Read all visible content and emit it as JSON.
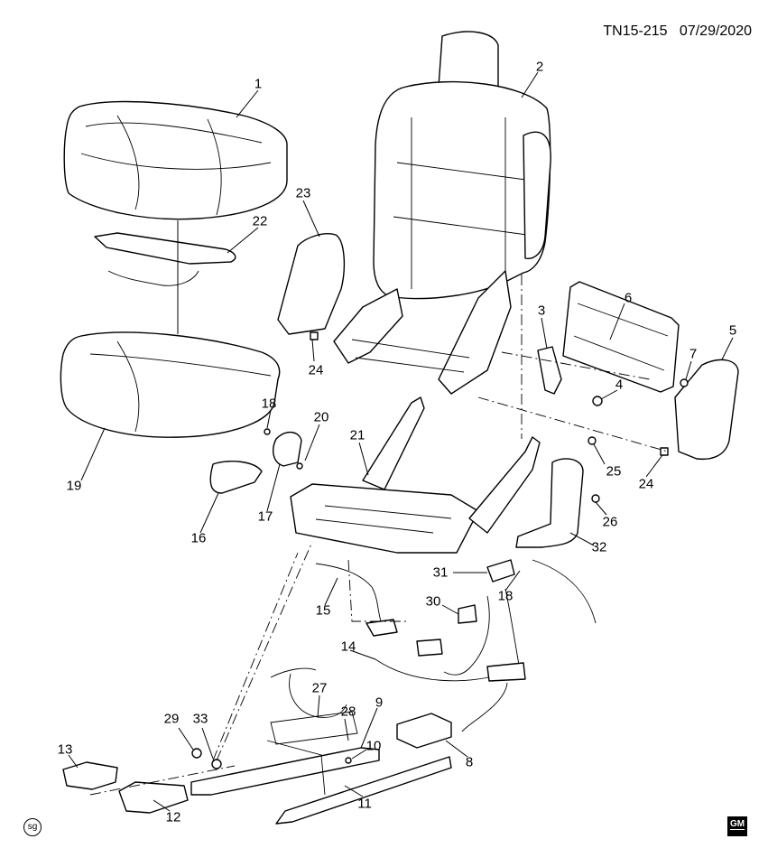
{
  "header": {
    "code": "TN15-215",
    "date": "07/29/2020"
  },
  "logo_text": "GM",
  "badge_text": "sg",
  "callouts": [
    {
      "id": "c1",
      "text": "1"
    },
    {
      "id": "c2",
      "text": "2"
    },
    {
      "id": "c3",
      "text": "3"
    },
    {
      "id": "c4",
      "text": "4"
    },
    {
      "id": "c5",
      "text": "5"
    },
    {
      "id": "c6",
      "text": "6"
    },
    {
      "id": "c7",
      "text": "7"
    },
    {
      "id": "c8",
      "text": "8"
    },
    {
      "id": "c9",
      "text": "9"
    },
    {
      "id": "c10",
      "text": "10"
    },
    {
      "id": "c11",
      "text": "11"
    },
    {
      "id": "c12",
      "text": "12"
    },
    {
      "id": "c13",
      "text": "13"
    },
    {
      "id": "c14",
      "text": "14"
    },
    {
      "id": "c15",
      "text": "15"
    },
    {
      "id": "c16",
      "text": "16"
    },
    {
      "id": "c17",
      "text": "17"
    },
    {
      "id": "c18a",
      "text": "18"
    },
    {
      "id": "c18b",
      "text": "18"
    },
    {
      "id": "c19",
      "text": "19"
    },
    {
      "id": "c20",
      "text": "20"
    },
    {
      "id": "c21",
      "text": "21"
    },
    {
      "id": "c22",
      "text": "22"
    },
    {
      "id": "c23",
      "text": "23"
    },
    {
      "id": "c24a",
      "text": "24"
    },
    {
      "id": "c24b",
      "text": "24"
    },
    {
      "id": "c25",
      "text": "25"
    },
    {
      "id": "c26",
      "text": "26"
    },
    {
      "id": "c27",
      "text": "27"
    },
    {
      "id": "c28",
      "text": "28"
    },
    {
      "id": "c29",
      "text": "29"
    },
    {
      "id": "c30",
      "text": "30"
    },
    {
      "id": "c31",
      "text": "31"
    },
    {
      "id": "c32",
      "text": "32"
    },
    {
      "id": "c33",
      "text": "33"
    }
  ]
}
